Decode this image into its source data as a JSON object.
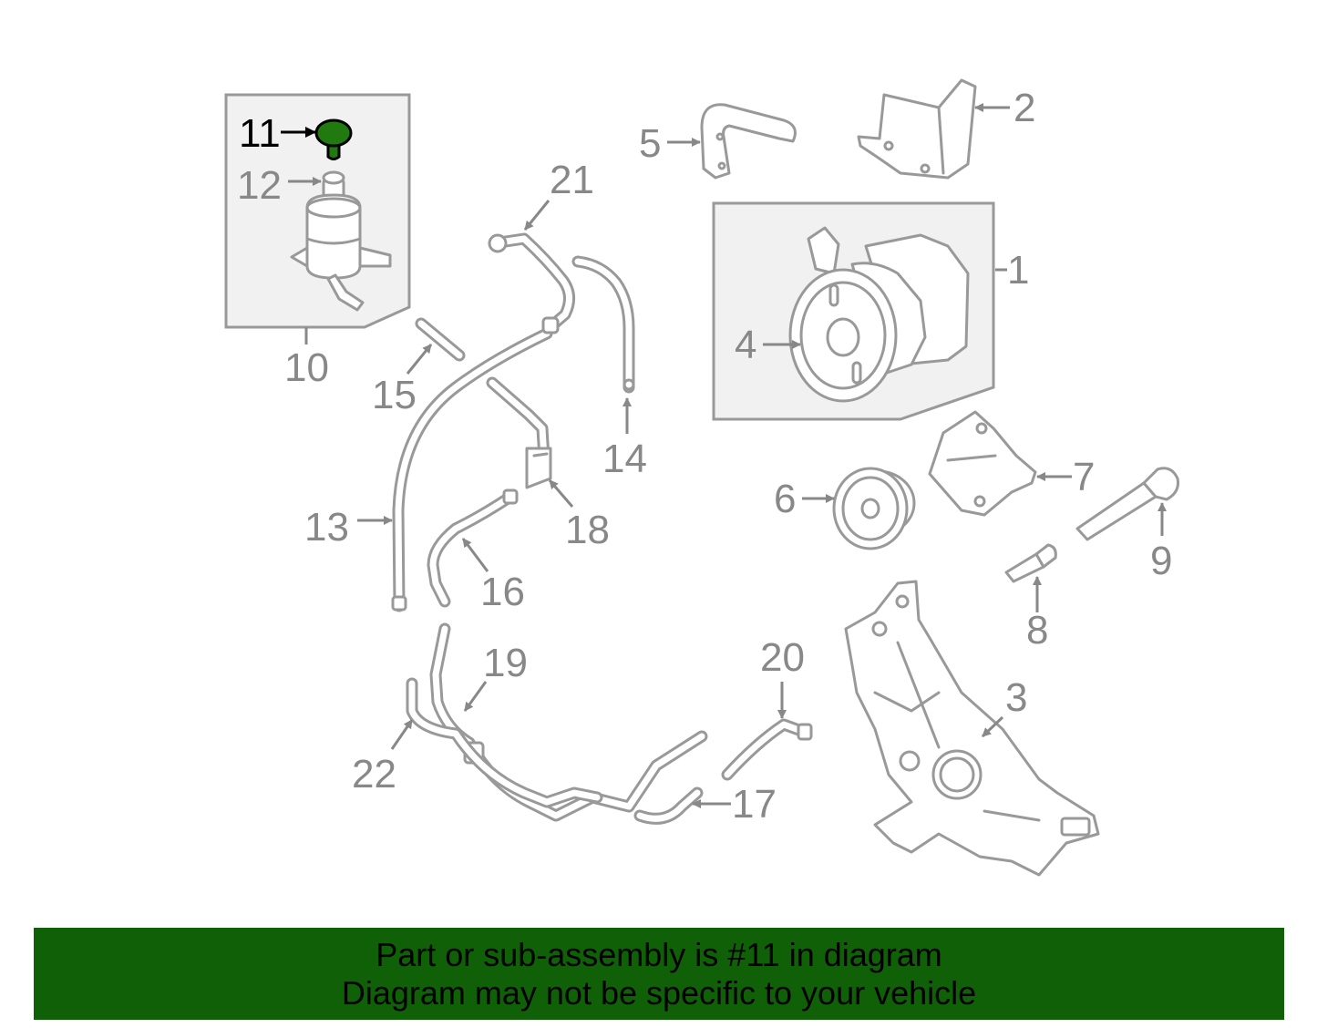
{
  "diagram": {
    "highlight_color": "#207a10",
    "line_color": "#999999",
    "label_color": "#888888",
    "callouts": {
      "c1": "1",
      "c2": "2",
      "c3": "3",
      "c4": "4",
      "c5": "5",
      "c6": "6",
      "c7": "7",
      "c8": "8",
      "c9": "9",
      "c10": "10",
      "c11": "11",
      "c12": "12",
      "c13": "13",
      "c14": "14",
      "c15": "15",
      "c16": "16",
      "c17": "17",
      "c18": "18",
      "c19": "19",
      "c20": "20",
      "c21": "21",
      "c22": "22"
    },
    "highlighted_part": "11"
  },
  "banner": {
    "background_color": "#0f6007",
    "line1": "Part or sub-assembly is #11 in diagram",
    "line2": "Diagram may not be specific to your vehicle"
  }
}
